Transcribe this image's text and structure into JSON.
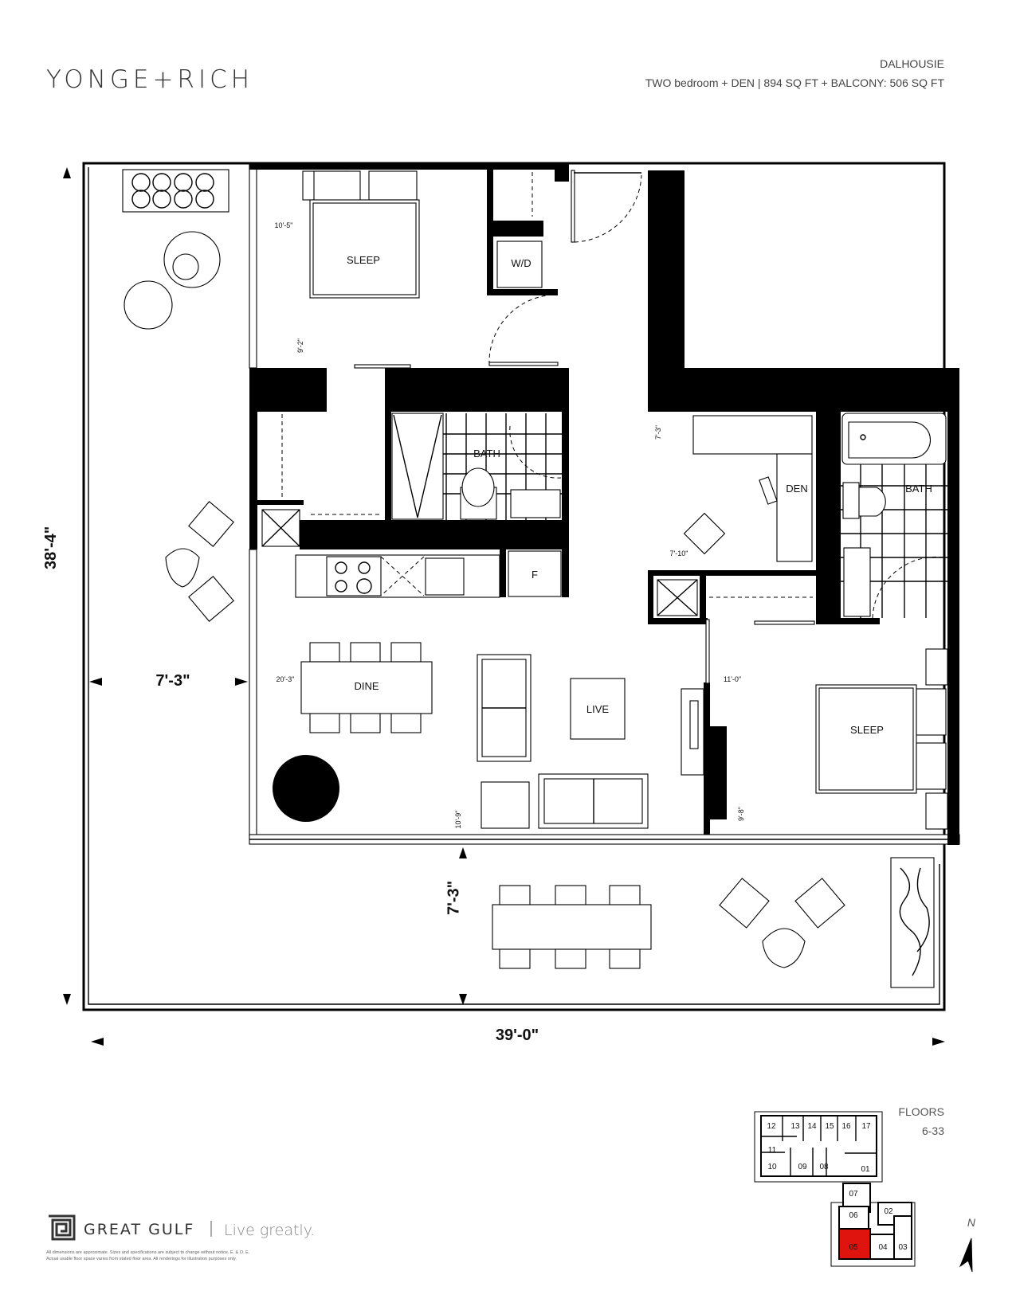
{
  "header": {
    "brand": "YONGE+RICH",
    "suite_name": "DALHOUSIE",
    "suite_details": "TWO bedroom + DEN  |  894 SQ FT  +  BALCONY: 506 SQ FT"
  },
  "rooms": {
    "sleep_primary": "SLEEP",
    "laundry": "W/D",
    "bath_1": "BATH",
    "fridge": "F",
    "den": "DEN",
    "bath_2": "BATH",
    "dine": "DINE",
    "live": "LIVE",
    "sleep_secondary": "SLEEP"
  },
  "dimensions": {
    "sleep_primary_width": "10'-5\"",
    "sleep_primary_depth": "9'-2\"",
    "den_depth": "7'-3\"",
    "den_width": "7'-10\"",
    "dine_live_width": "20'-3\"",
    "sleep_secondary_width": "11'-0\"",
    "live_depth": "10'-9\"",
    "sleep_secondary_depth": "9'-8\"",
    "balcony_side_width": "7'-3\"",
    "overall_height": "38'-4\"",
    "balcony_front_depth": "7'-3\"",
    "overall_width": "39'-0\""
  },
  "keyplan": {
    "title": "FLOORS",
    "floors": "6-33",
    "units": [
      "12",
      "13",
      "14",
      "15",
      "16",
      "17",
      "11",
      "10",
      "09",
      "08",
      "01",
      "07",
      "06",
      "02",
      "05",
      "04",
      "03"
    ],
    "selected_unit": "05",
    "highlight_color": "#e0140f",
    "north_label": "N"
  },
  "footer": {
    "developer": "GREAT GULF",
    "tagline": "Live greatly.",
    "disclaimer_line1": "All dimensions are approximate. Sizes and specifications are subject to change without notice. E. & O. E.",
    "disclaimer_line2": "Actual usable floor space varies from stated floor area. All renderings for illustration purposes only."
  }
}
